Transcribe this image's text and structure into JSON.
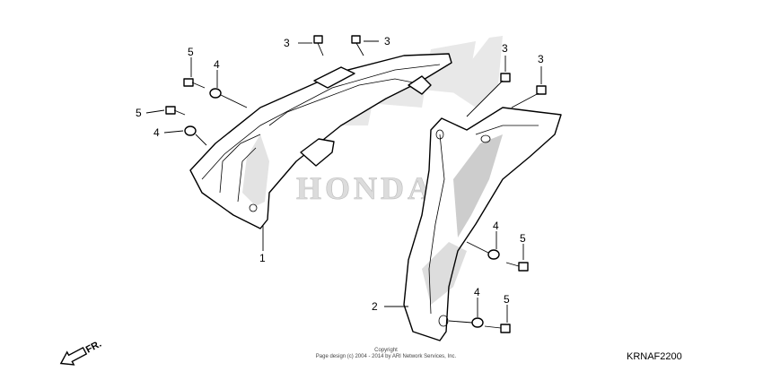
{
  "watermark": {
    "brand": "HONDA"
  },
  "callouts": [
    {
      "id": "c1",
      "label": "1"
    },
    {
      "id": "c2",
      "label": "2"
    },
    {
      "id": "c3a",
      "label": "3"
    },
    {
      "id": "c3b",
      "label": "3"
    },
    {
      "id": "c3c",
      "label": "3"
    },
    {
      "id": "c3d",
      "label": "3"
    },
    {
      "id": "c4a",
      "label": "4"
    },
    {
      "id": "c4b",
      "label": "4"
    },
    {
      "id": "c4c",
      "label": "4"
    },
    {
      "id": "c4d",
      "label": "4"
    },
    {
      "id": "c5a",
      "label": "5"
    },
    {
      "id": "c5b",
      "label": "5"
    },
    {
      "id": "c5c",
      "label": "5"
    },
    {
      "id": "c5d",
      "label": "5"
    }
  ],
  "direction_marker": {
    "label": "FR."
  },
  "copyright": {
    "line1": "Copyright",
    "line2": "Page design (c) 2004 - 2014 by ARI Network Services, Inc."
  },
  "diagram_code": "KRNAF2200"
}
